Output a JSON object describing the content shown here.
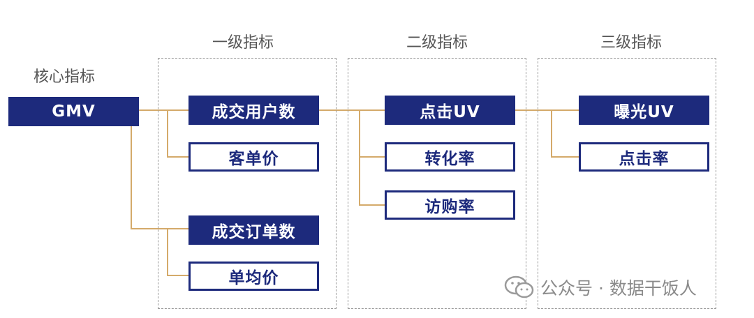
{
  "core": {
    "label": "核心指标",
    "node": "GMV"
  },
  "groups": [
    {
      "title": "一级指标",
      "nodes": [
        "成交用户数",
        "客单价",
        "成交订单数",
        "单均价"
      ]
    },
    {
      "title": "二级指标",
      "nodes": [
        "点击UV",
        "转化率",
        "访购率"
      ]
    },
    {
      "title": "三级指标",
      "nodes": [
        "曝光UV",
        "点击率"
      ]
    }
  ],
  "watermark": {
    "text": "公众号 · 数据干饭人",
    "icon": "wechat-icon"
  },
  "colors": {
    "navy": "#1d2a7c",
    "connector": "#d4aa6a",
    "dashed_border": "#9a9a9a"
  }
}
